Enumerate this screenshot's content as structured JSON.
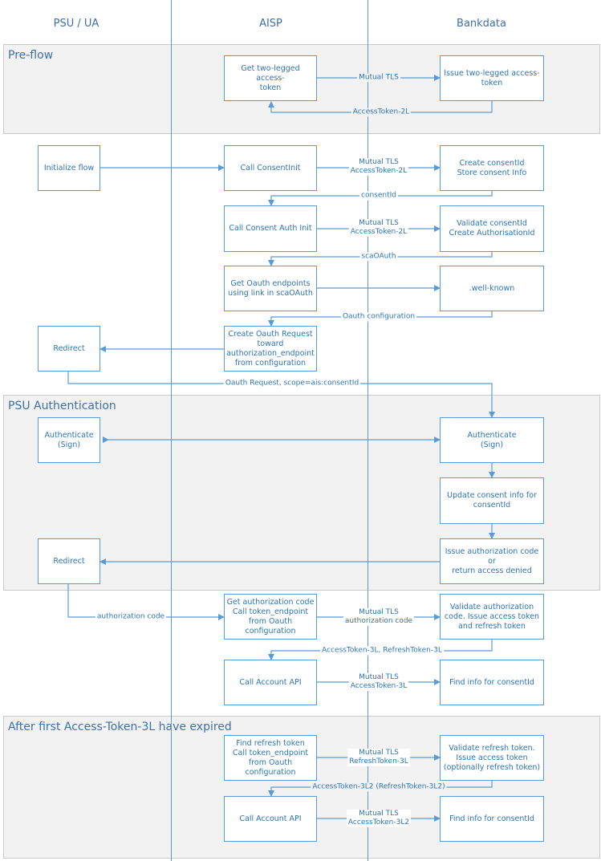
{
  "lanes": {
    "psu": "PSU / UA",
    "aisp": "AISP",
    "bank": "Bankdata"
  },
  "sections": {
    "preflow": "Pre-flow",
    "psu_auth": "PSU Authentication",
    "after_expiry": "After first Access-Token-3L have expired"
  },
  "boxes": {
    "get_two_legged": "Get two-legged access-\ntoken",
    "issue_two_legged": "Issue two-legged access-\ntoken",
    "initialize_flow": "Initialize flow",
    "call_consent_init": "Call ConsentInit",
    "create_consent": "Create consentId\nStore consent Info",
    "call_consent_auth_init": "Call Consent Auth Init",
    "validate_consent": "Validate consentId\nCreate AuthorisationId",
    "get_oauth_endpoints": "Get Oauth endpoints\nusing link in scaOAuth",
    "well_known": ".well-known",
    "redirect_1": "Redirect",
    "create_oauth_request": "Create Oauth Request\ntoward\nauthorization_endpoint\nfrom configuration",
    "authenticate_psu": "Authenticate\n(Sign)",
    "authenticate_bank": "Authenticate\n(Sign)",
    "update_consent": "Update consent info for\nconsentId",
    "redirect_2": "Redirect",
    "issue_auth_code": "Issue authorization code or\nreturn access denied",
    "get_auth_code": "Get authorization code\nCall token_endpoint\nfrom Oauth\nconfiguration",
    "validate_auth_code": "Validate authorization\ncode. Issue access token\nand refresh token",
    "call_account_api_1": "Call Account API",
    "find_info_1": "Find info for consentId",
    "find_refresh_token": "Find refresh token\nCall token_endpoint\nfrom Oauth\nconfiguration",
    "validate_refresh_token": "Validate refresh token.\nIssue access token\n(optionally refresh token)",
    "call_account_api_2": "Call Account API",
    "find_info_2": "Find info for consentId"
  },
  "arrow_labels": {
    "mutual_tls_1": "Mutual TLS",
    "access_token_2l_return": "AccessToken-2L",
    "mutual_tls_token_2l_a": "Mutual TLS\nAccessToken-2L",
    "consent_id_return": "consentId",
    "mutual_tls_token_2l_b": "Mutual TLS\nAccessToken-2L",
    "sca_oauth_return": "scaOAuth",
    "oauth_configuration_return": "Oauth configuration",
    "oauth_request": "Oauth Request, scope=ais:consentId",
    "authorization_code": "authorization code",
    "mutual_tls_auth_code": "Mutual TLS\nauthorization code",
    "tokens_3l_return": "AccessToken-3L, RefreshToken-3L",
    "mutual_tls_token_3l": "Mutual TLS\nAccessToken-3L",
    "mutual_tls_refresh_3l": "Mutual TLS\nRefreshToken-3L",
    "tokens_3l2_return": "AccessToken-3L2 (RefreshToken-3L2)",
    "mutual_tls_token_3l2": "Mutual TLS\nAccessToken-3L2"
  },
  "colors": {
    "line": "#5b9bd5",
    "text": "#2e74b5",
    "title": "#3d6fa8",
    "section_fill": "#f2f2f2"
  }
}
